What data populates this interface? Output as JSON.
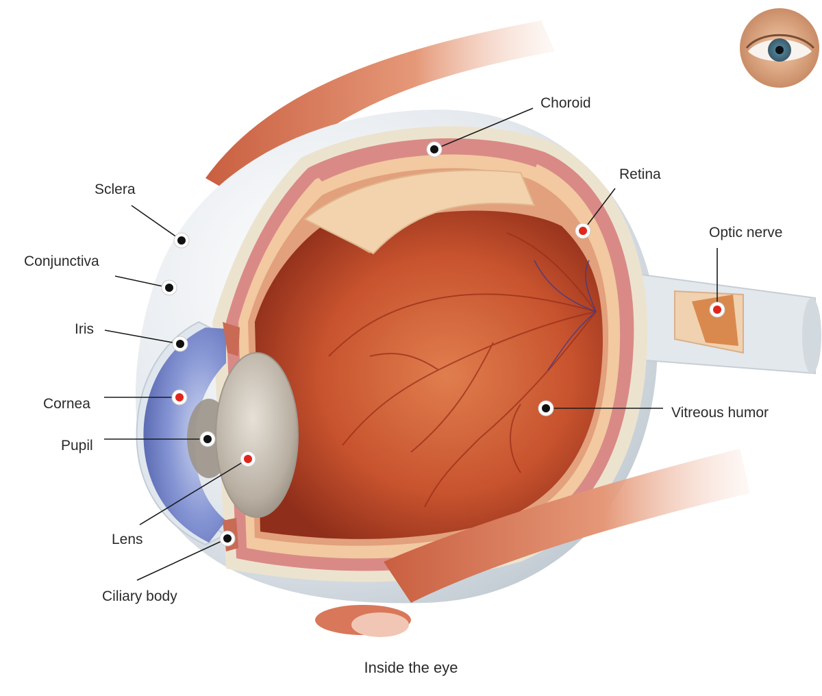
{
  "diagram": {
    "caption": "Inside the eye",
    "labels": {
      "choroid": "Choroid",
      "retina": "Retina",
      "sclera": "Sclera",
      "conjunctiva": "Conjunctiva",
      "optic_nerve": "Optic nerve",
      "iris": "Iris",
      "cornea": "Cornea",
      "vitreous_humor": "Vitreous humor",
      "pupil": "Pupil",
      "lens": "Lens",
      "ciliary_body": "Ciliary body"
    },
    "marker_colors": {
      "black": "#111111",
      "red": "#e0261c"
    },
    "colors": {
      "sclera": "#dfe5ea",
      "muscle": "#d9775a",
      "vitreous": "#c8532e",
      "choroid": "#d98a86",
      "retina": "#f2c9a0",
      "iris": "#6d7fc7",
      "lens": "#b9b3a8"
    }
  }
}
